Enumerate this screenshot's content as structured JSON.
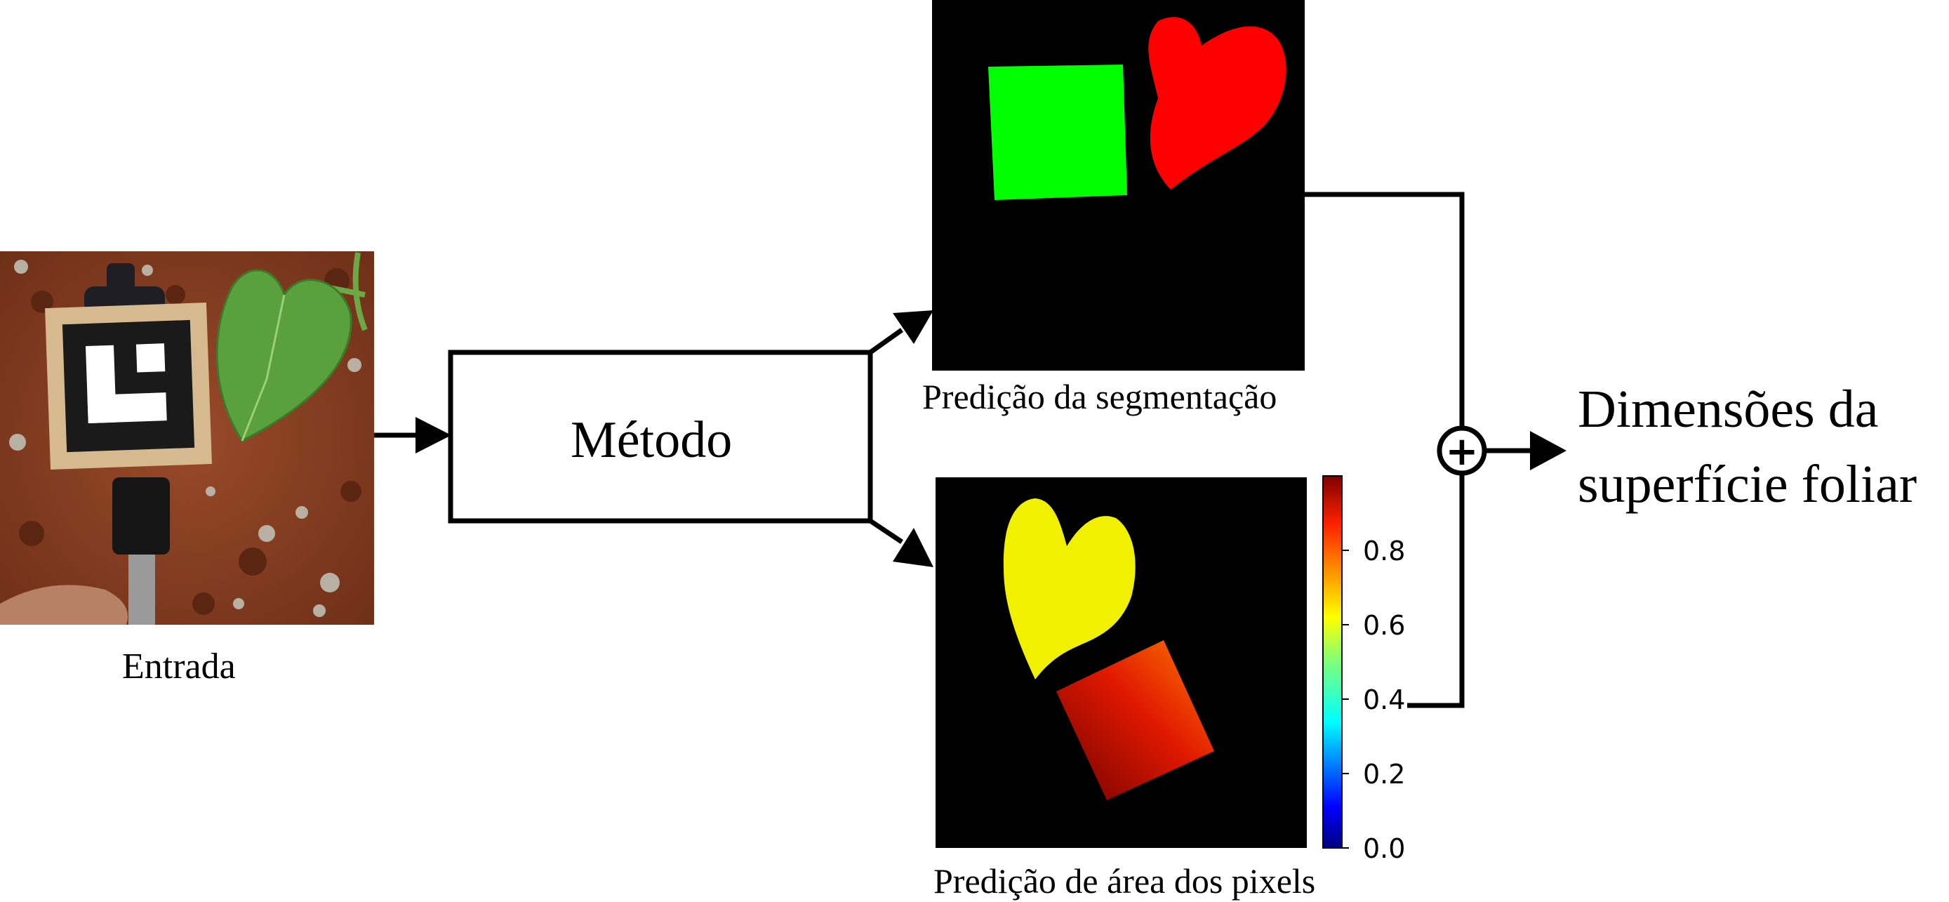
{
  "diagram": {
    "input_label": "Entrada",
    "method_label": "Método",
    "segmentation_label": "Predição da segmentação",
    "pixel_area_label": "Predição de área dos pixels",
    "output_label_line1": "Dimensões da",
    "output_label_line2": "superfície foliar",
    "combine_symbol": "+"
  },
  "colorbar": {
    "ticks": [
      "0.0",
      "0.2",
      "0.4",
      "0.6",
      "0.8"
    ],
    "colormap": "jet"
  },
  "colors": {
    "segmentation_reference": "#00ff00",
    "segmentation_leaf": "#ff0000",
    "area_leaf": "#f0f000",
    "background": "#000000",
    "soil": "#8a3f24",
    "leaf_photo": "#5aa03c"
  }
}
